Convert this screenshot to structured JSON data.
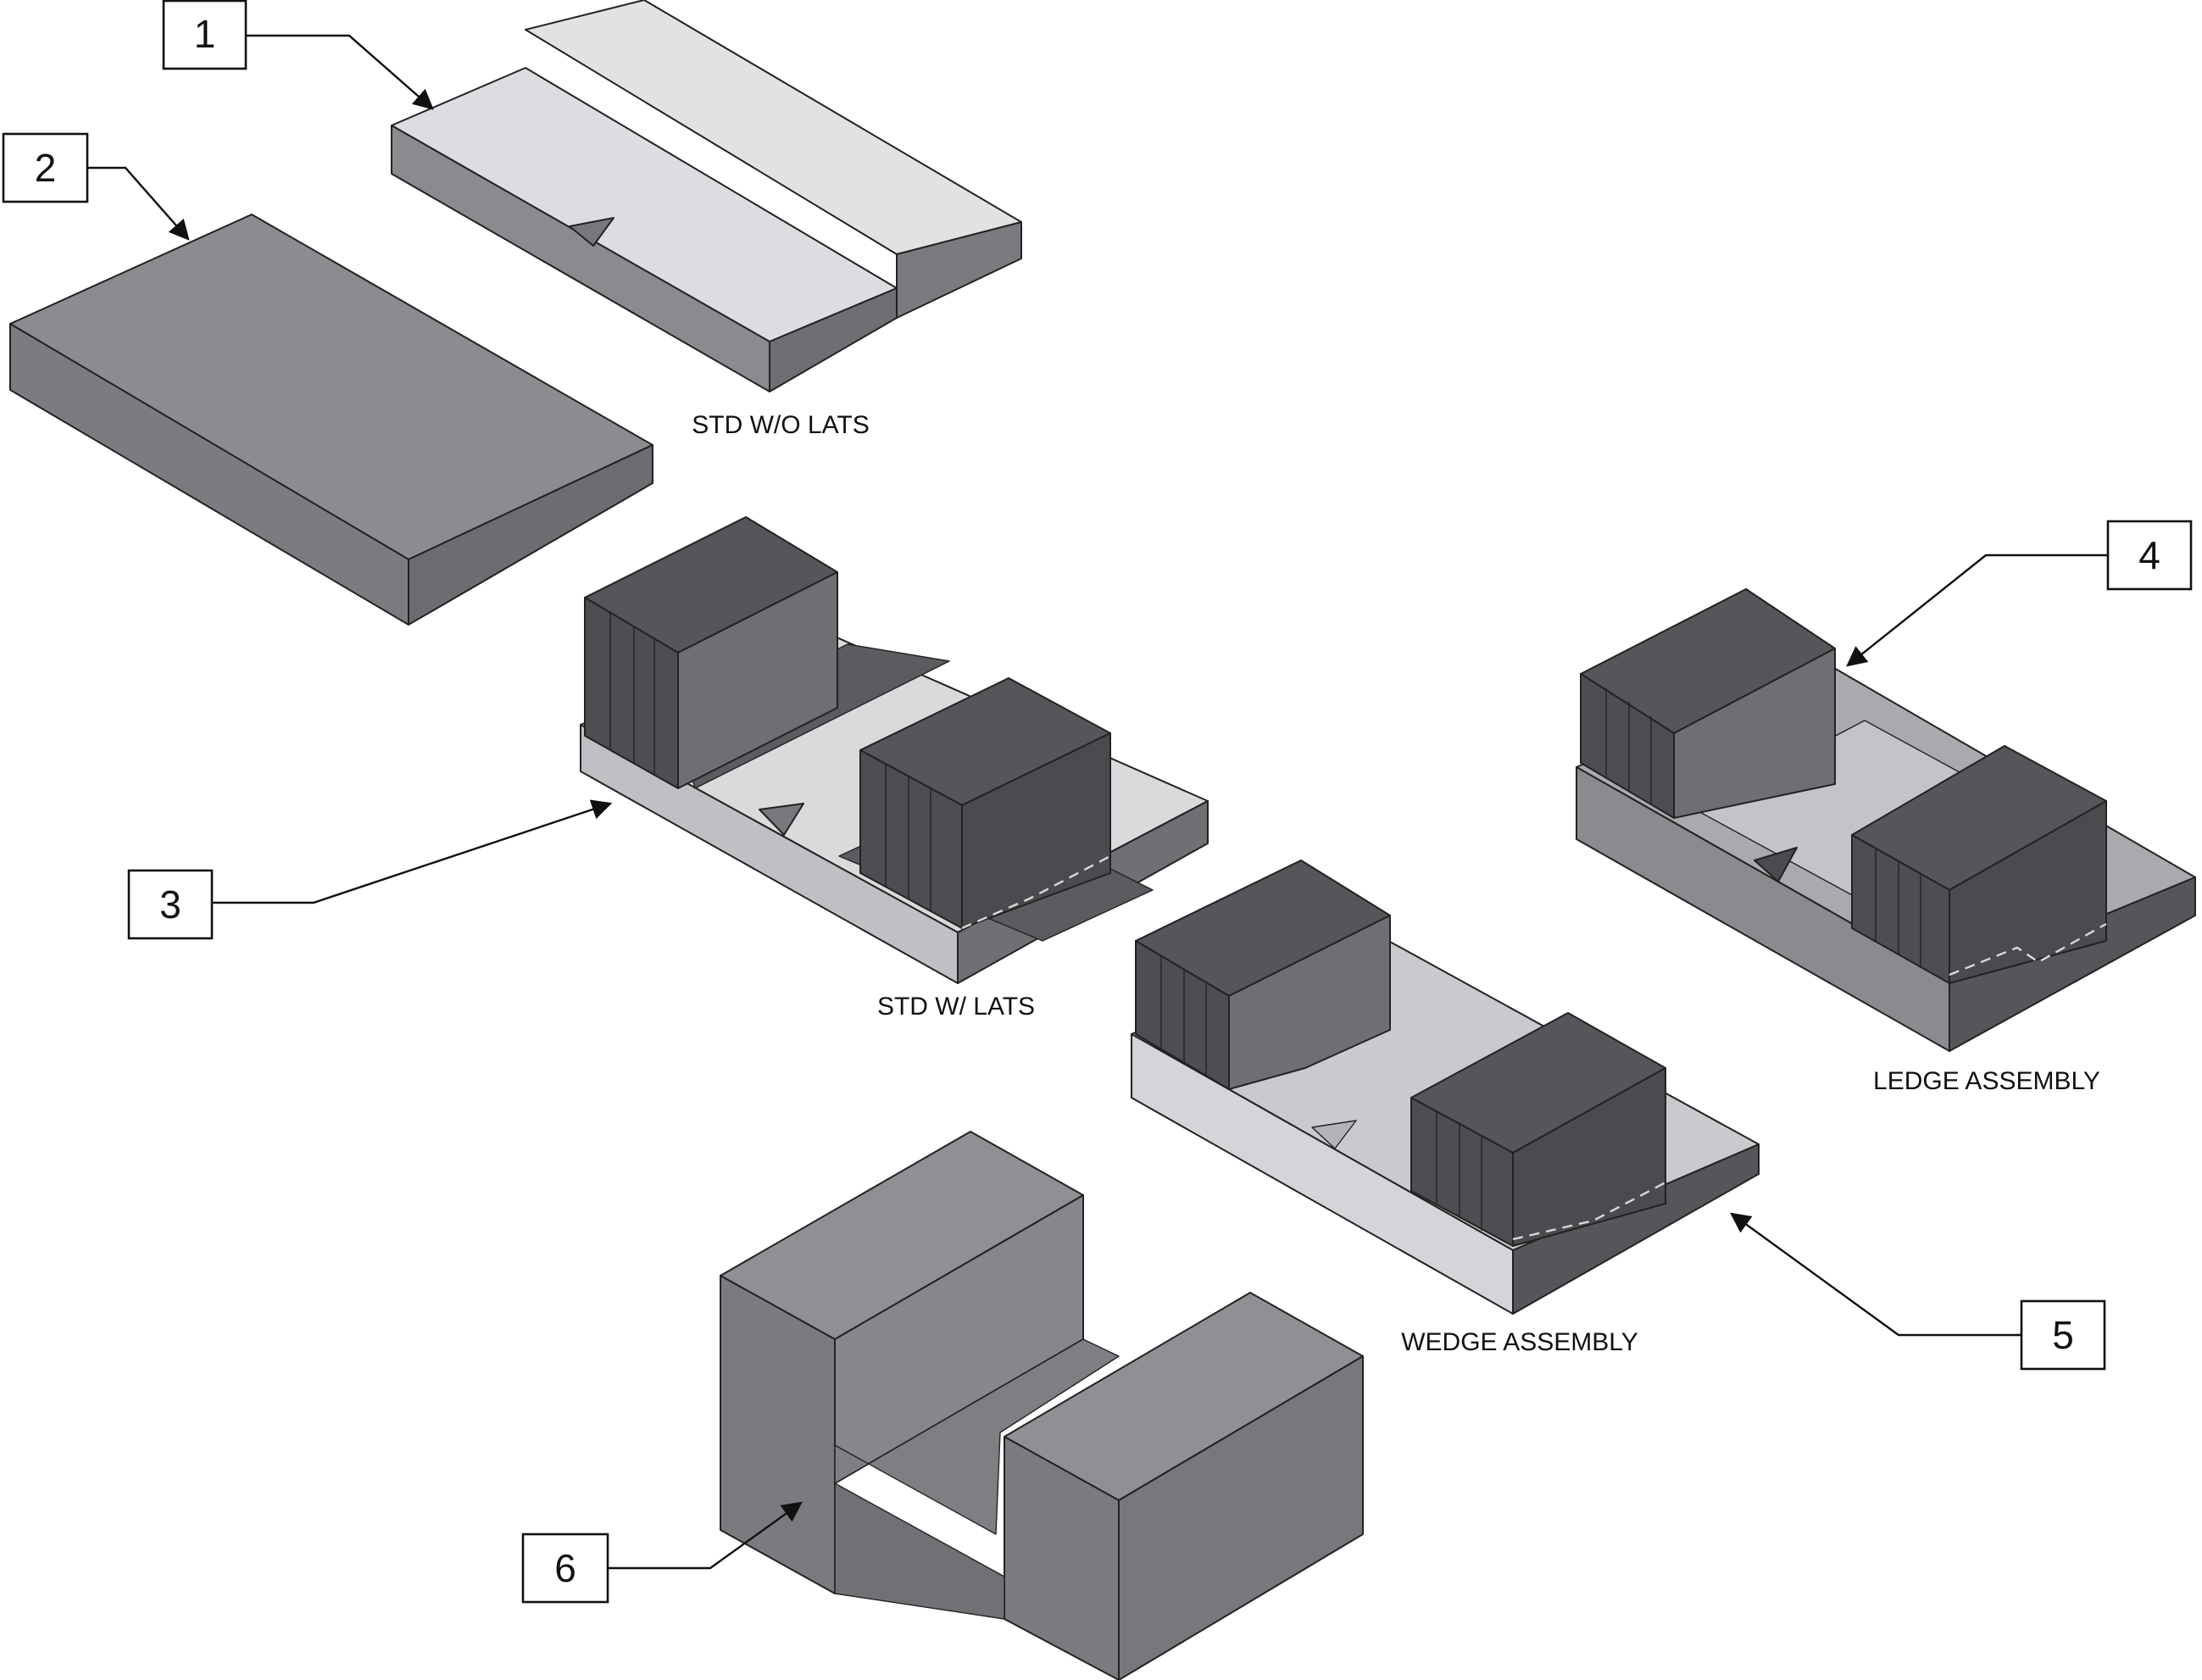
{
  "callouts": [
    "1",
    "2",
    "3",
    "4",
    "5",
    "6"
  ],
  "labels": {
    "std_wo_lats": "STD W/O LATS",
    "std_w_lats": "STD W/ LATS",
    "ledge_assembly": "LEDGE ASSEMBLY",
    "wedge_assembly": "WEDGE ASSEMBLY"
  },
  "colors": {
    "light_gray": "#e0e1e3",
    "mid_gray": "#8e8f93",
    "dark_gray": "#5f6064",
    "darker_gray": "#47484b"
  }
}
